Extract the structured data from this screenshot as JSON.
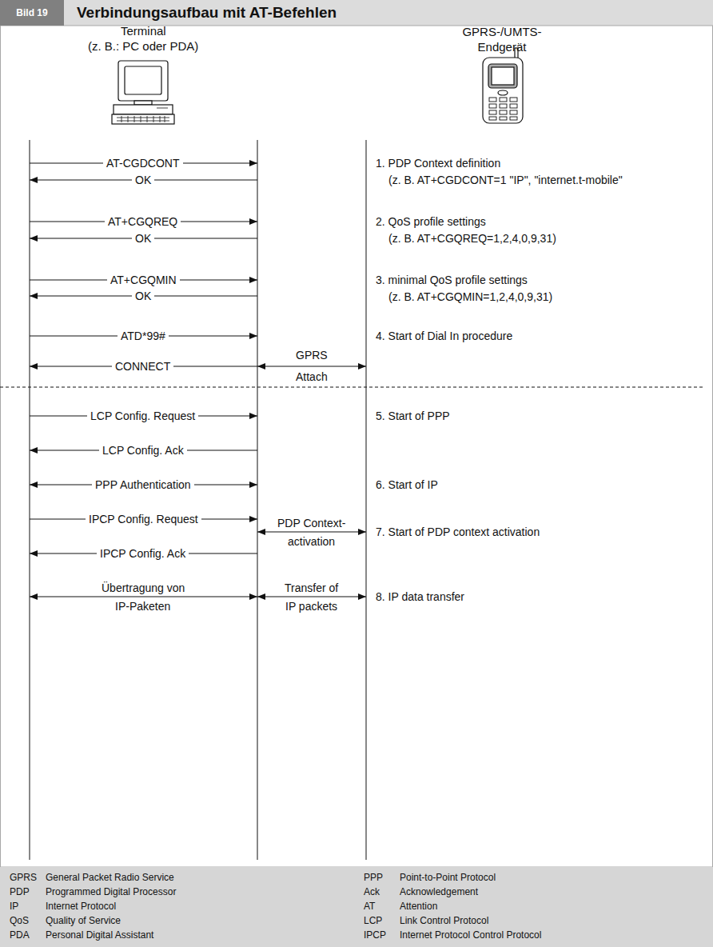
{
  "diagram": {
    "title": "Verbindungsaufbau mit AT-Befehlen",
    "nodes": [
      {
        "text": [
          "Bild 19"
        ]
      }
    ],
    "labels": [
      "Terminal",
      "(z. B.: PC oder PDA)",
      "GPRS-/UMTS- Endgerät",
      "AT-CGDCONT",
      "OK",
      "AT+CGQREQ",
      "OK",
      "AT+CGQMIN",
      "OK",
      "ATD*99#",
      "CONNECT",
      "GPRS",
      "Attach",
      "LCP Config. Request",
      "LCP Config. Ack",
      "PPP Authentication",
      "IPCP Config. Request",
      "PDP Context-",
      "activation",
      "IPCP Config. Ack",
      "Übertragung von",
      "IP-Paketen",
      "Transfer of",
      "IP packets",
      "1. PDP Context definition",
      "(z. B. AT+CGDCONT=1 \"IP\", \"internet.t-mobile\"",
      "2. QoS profile settings",
      "(z. B. AT+CGQREQ=1,2,4,0,9,31)",
      "3. minimal QoS profile settings",
      "(z. B. AT+CGQMIN=1,2,4,0,9,31)",
      "4. Start of Dial In procedure",
      "5. Start of PPP",
      "6. Start of IP",
      "7. Start of PDP context activation",
      "8. IP data transfer",
      "GPRS",
      "General Packet Radio Service",
      "PDP",
      "Programmed Digital Processor",
      "IP",
      "Internet Protocol",
      "QoS",
      "Quality of Service",
      "PDA",
      "Personal Digital Assistant",
      "PPP",
      "Point-to-Point Protocol",
      "Ack",
      "Acknowledgement",
      "AT",
      "Attention",
      "LCP",
      "Link Control Protocol",
      "IPCP",
      "Internet Protocol Control Protocol"
    ]
  }
}
